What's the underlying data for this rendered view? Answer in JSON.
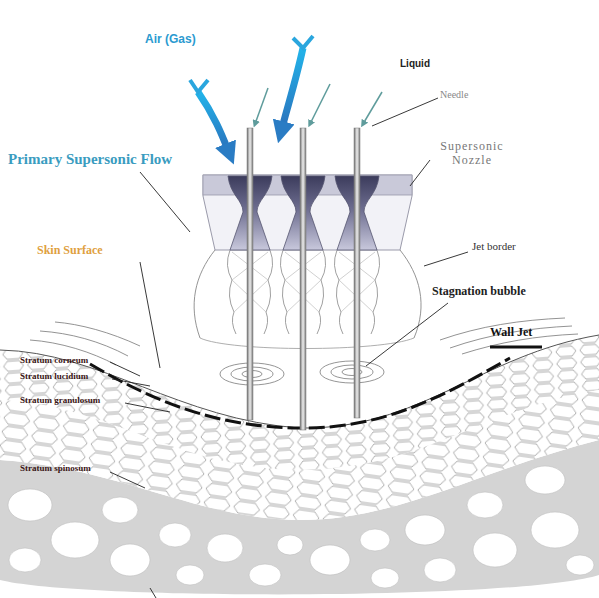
{
  "diagram": {
    "labels": [
      "Air (Gas)",
      "Liquid",
      "Needle",
      "Primary Supersonic Flow",
      "Supersonic Nozzle",
      "Skin Surface",
      "Jet border",
      "Stagnation bubble",
      "Wall Jet",
      "Stratum corneum",
      "Stratum lucidium",
      "Stratum granulosum",
      "Stratum spinosum"
    ]
  }
}
